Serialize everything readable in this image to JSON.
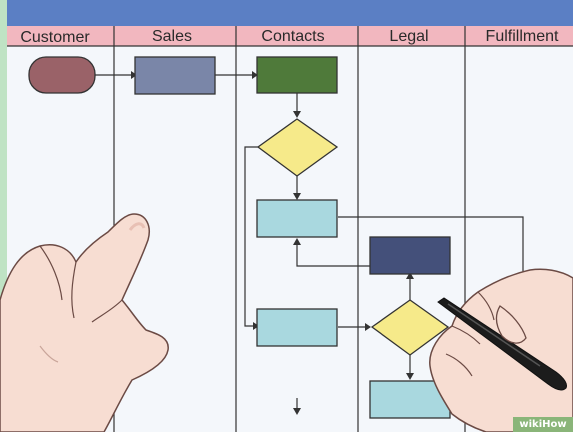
{
  "diagram": {
    "lanes": [
      {
        "label": "Customer"
      },
      {
        "label": "Sales"
      },
      {
        "label": "Contacts"
      },
      {
        "label": "Legal"
      },
      {
        "label": "Fulfillment"
      }
    ]
  },
  "watermark": {
    "prefix": "wiki",
    "suffix": "How"
  },
  "colors": {
    "header_band": "#f2b7bf",
    "top_band": "#5b7fc4",
    "board": "#f4f7fb",
    "terminator": "#9a6268",
    "process_slate": "#7a86a8",
    "process_green": "#4f7a3a",
    "decision": "#f6ea8a",
    "process_teal": "#a9d8df",
    "process_navy": "#44507a",
    "skin": "#f7ddd2",
    "pen": "#1c1c1c"
  }
}
